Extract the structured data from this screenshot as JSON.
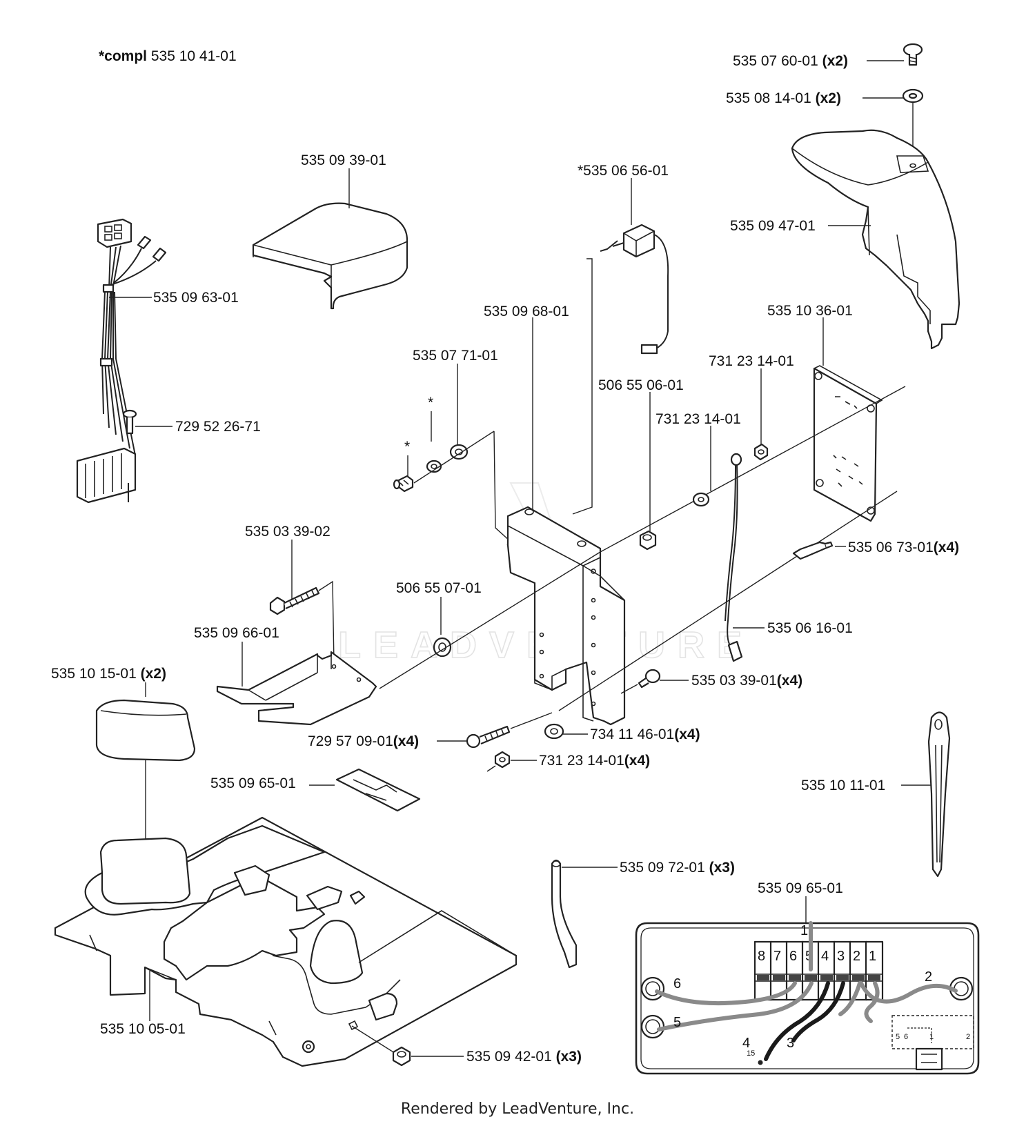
{
  "title_prefix": "*compl",
  "title_number": "535 10 41-01",
  "watermark": "LEADVENTURE",
  "footer": "Rendered by LeadVenture, Inc.",
  "labels": {
    "screw_cover": {
      "num": "535 07 60-01",
      "qty": "(x2)"
    },
    "washer_cover": {
      "num": "535 08 14-01",
      "qty": "(x2)"
    },
    "lid": "535 09 39-01",
    "switch": "*535 06 56-01",
    "cover": "535 09 47-01",
    "harness": "535 09 63-01",
    "bracket": "535 09 68-01",
    "board": "535 10 36-01",
    "washer_a": "535 07 71-01",
    "nut_a": "731 23 14-01",
    "spacer_a": "506 55 06-01",
    "nut_b": "731 23 14-01",
    "screw_a": "729 52 26-71",
    "standoff": {
      "num": "535 06 73-01",
      "qty": "(x4)"
    },
    "bolt": "535 03 39-02",
    "spacer_b": "506 55 07-01",
    "ground_wire": "535 06 16-01",
    "plate": "535 09 66-01",
    "screw_b": {
      "num": "535 03 39-01",
      "qty": "(x4)"
    },
    "knob": {
      "num": "535 10 15-01",
      "qty": "(x2)"
    },
    "screw_c": {
      "num": "729 57 09-01",
      "qty": "(x4)"
    },
    "washer_b": {
      "num": "734 11 46-01",
      "qty": "(x4)"
    },
    "nut_c": {
      "num": "731 23 14-01",
      "qty": "(x4)"
    },
    "tool": "535 10 11-01",
    "label_part": "535 09 65-01",
    "tube": {
      "num": "535 09 72-01",
      "qty": "(x3)"
    },
    "wiring_detail": "535 09 65-01",
    "chassis": "535 10 05-01",
    "plug": {
      "num": "535 09 42-01",
      "qty": "(x3)"
    }
  },
  "asterisks": [
    "*",
    "*"
  ],
  "terminal_numbers": [
    "8",
    "7",
    "6",
    "5",
    "4",
    "3",
    "2",
    "1"
  ],
  "wire_numbers": [
    "1",
    "2",
    "3",
    "4",
    "5",
    "6"
  ],
  "terminal_block_marks": [
    "5",
    "6",
    "1",
    "2"
  ],
  "pin_number": "15"
}
